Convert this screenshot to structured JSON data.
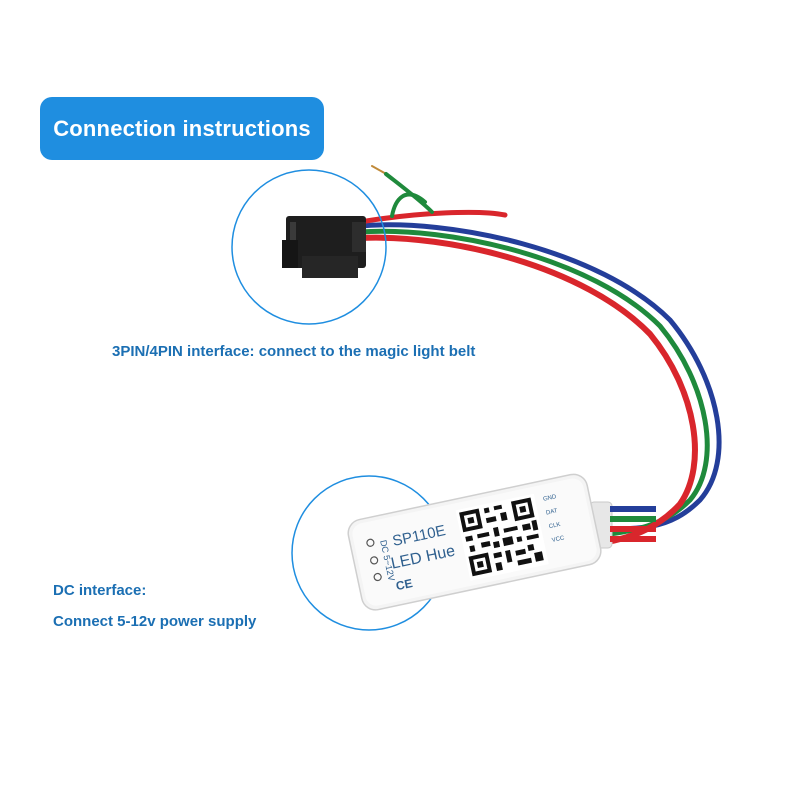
{
  "title": "Connection instructions",
  "labels": {
    "pin_interface": "3PIN/4PIN interface: connect to the magic light belt",
    "dc_interface": "DC interface:",
    "dc_supply": "Connect 5-12v power supply"
  },
  "device": {
    "model": "SP110E",
    "name": "LED Hue",
    "voltage": "DC 5~12V",
    "pins": [
      "GND",
      "DAT",
      "CLK",
      "VCC"
    ]
  },
  "colors": {
    "title_bg": "#1f8ee0",
    "label_text": "#1b6fb3",
    "circle_outline": "#1f8ee0",
    "wire_red": "#d9262c",
    "wire_green": "#1f8a3c",
    "wire_blue": "#243e9a"
  }
}
